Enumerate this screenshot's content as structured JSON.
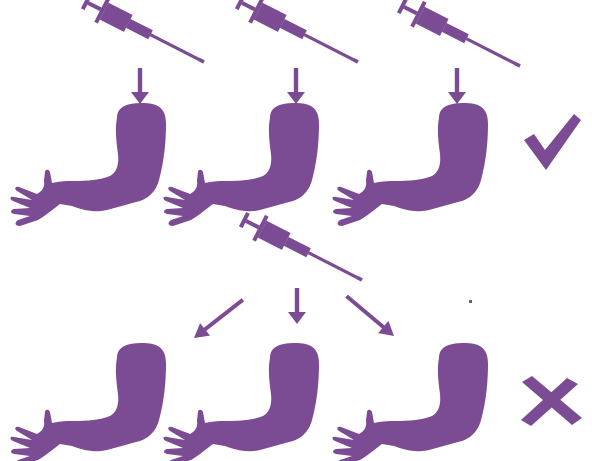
{
  "diagram": {
    "color": "#7B4B94",
    "background": "#ffffff",
    "rows": [
      {
        "name": "one-syringe-per-person",
        "syringes": 3,
        "arms": 3,
        "outcome_icon": "checkmark-icon",
        "outcome": "correct"
      },
      {
        "name": "one-syringe-shared",
        "syringes": 1,
        "arms": 3,
        "outcome_icon": "cross-icon",
        "outcome": "incorrect"
      }
    ]
  }
}
